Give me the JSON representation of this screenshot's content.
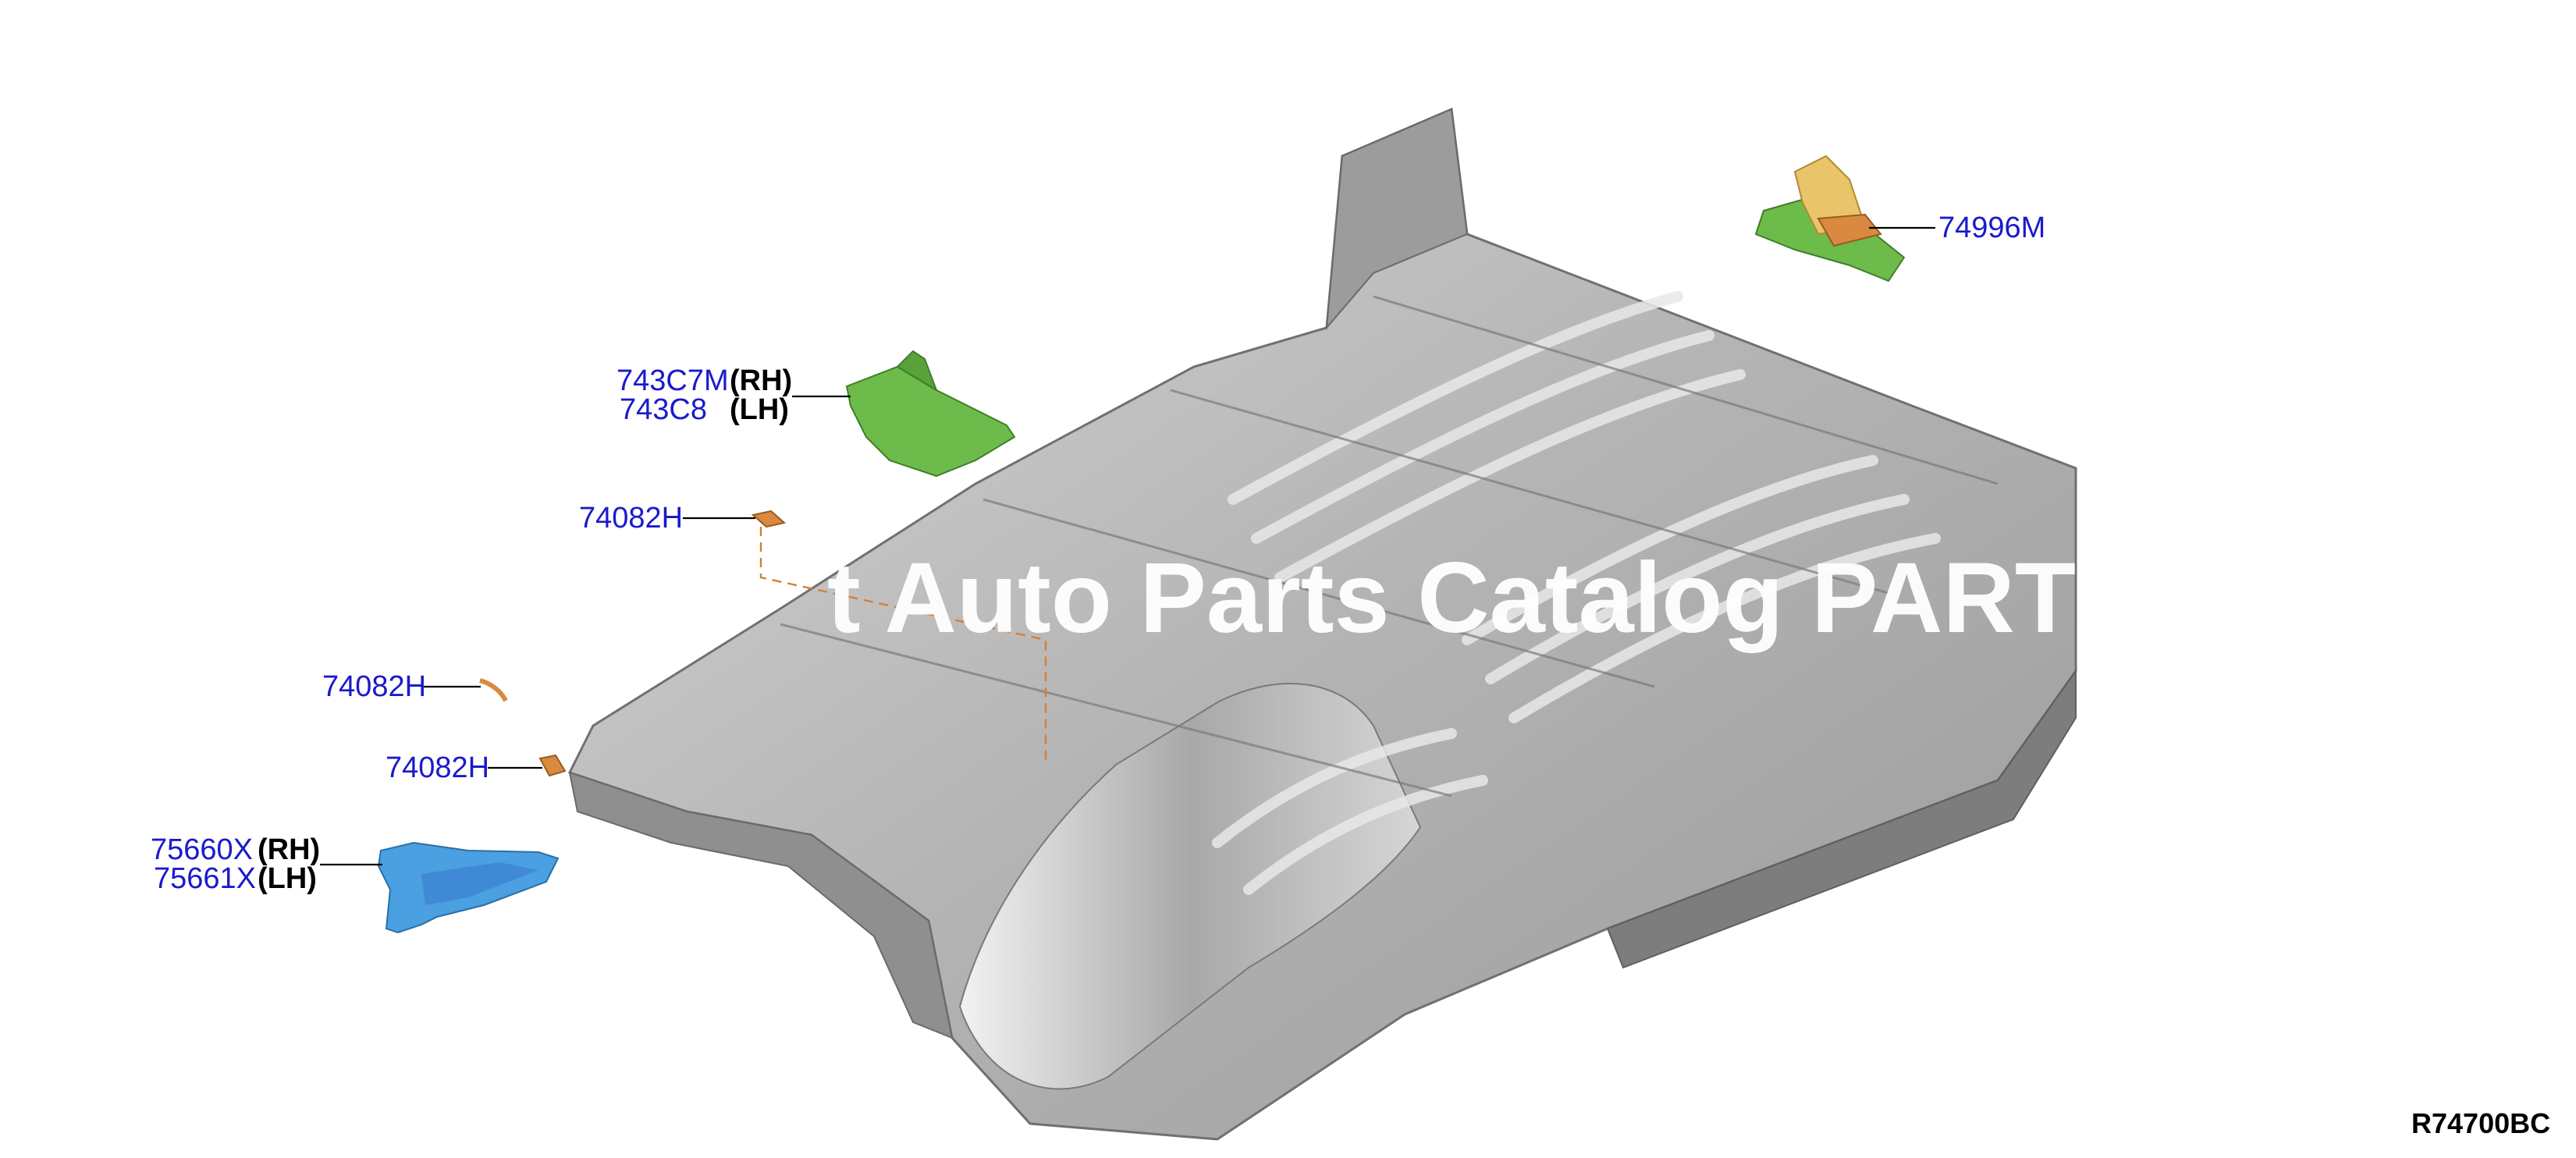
{
  "diagram": {
    "reference_code": "R74700BC",
    "watermark": "t Auto Parts Catalog PARTST",
    "callouts": [
      {
        "id": "c1",
        "part": "74996M",
        "side": ""
      },
      {
        "id": "c2",
        "part": "743C7M",
        "side": "(RH)"
      },
      {
        "id": "c3",
        "part": "743C8",
        "side": "(LH)"
      },
      {
        "id": "c4",
        "part": "74082H",
        "side": ""
      },
      {
        "id": "c5",
        "part": "74082H",
        "side": ""
      },
      {
        "id": "c6",
        "part": "74082H",
        "side": ""
      },
      {
        "id": "c7",
        "part": "75660X",
        "side": "(RH)"
      },
      {
        "id": "c8",
        "part": "75661X",
        "side": "(LH)"
      }
    ],
    "colors": {
      "floor_panel": "#b9b9b9",
      "floor_shadow": "#8f8f8f",
      "floor_highlight": "#e4e4e4",
      "bracket_green": "#6dbb4a",
      "bracket_orange": "#d98a40",
      "bracket_yellow": "#e9c46a",
      "bracket_blue": "#4aa0e0",
      "label_blue": "#1a1acc"
    }
  }
}
